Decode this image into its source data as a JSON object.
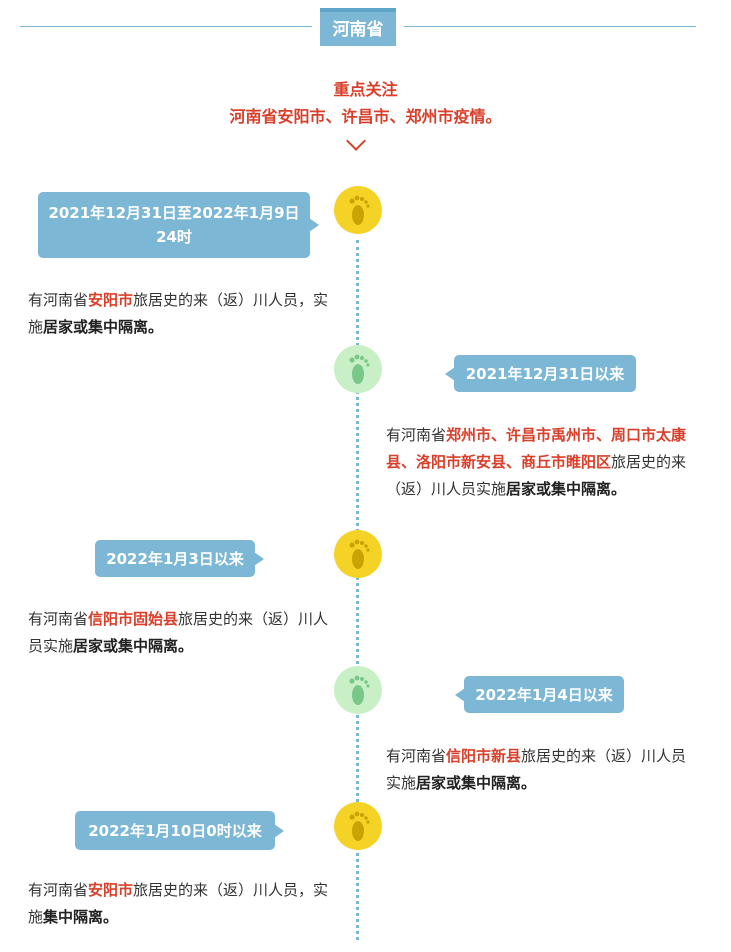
{
  "header": {
    "province": "河南省",
    "focus_line1": "重点关注",
    "focus_line2": "河南省安阳市、许昌市、郑州市疫情。"
  },
  "entries": [
    {
      "date": "2021年12月31日至2022年1月9日24时",
      "p1": "有河南省",
      "place": "安阳市",
      "p2": "旅居史的来（返）川人员，实施",
      "measure": "居家或集中隔离。"
    },
    {
      "date": "2021年12月31日以来",
      "p1": "有河南省",
      "place": "郑州市、许昌市禹州市、周口市太康县、洛阳市新安县、商丘市睢阳区",
      "p2": "旅居史的来（返）川人员实施",
      "measure": "居家或集中隔离。"
    },
    {
      "date": "2022年1月3日以来",
      "p1": "有河南省",
      "place": "信阳市固始县",
      "p2": "旅居史的来（返）川人员实施",
      "measure": "居家或集中隔离。"
    },
    {
      "date": "2022年1月4日以来",
      "p1": "有河南省",
      "place": "信阳市新县",
      "p2": "旅居史的来（返）川人员实施",
      "measure": "居家或集中隔离。"
    },
    {
      "date": "2022年1月10日0时以来",
      "p1": "有河南省",
      "place": "安阳市",
      "p2": "旅居史的来（返）川人员，实施",
      "measure": "集中隔离。"
    }
  ],
  "colors": {
    "accent": "#7db7d6",
    "highlight": "#d9402b",
    "foot_yellow": "#f5d326",
    "foot_green": "#c9efc6"
  },
  "icons": [
    "footprint-icon"
  ]
}
